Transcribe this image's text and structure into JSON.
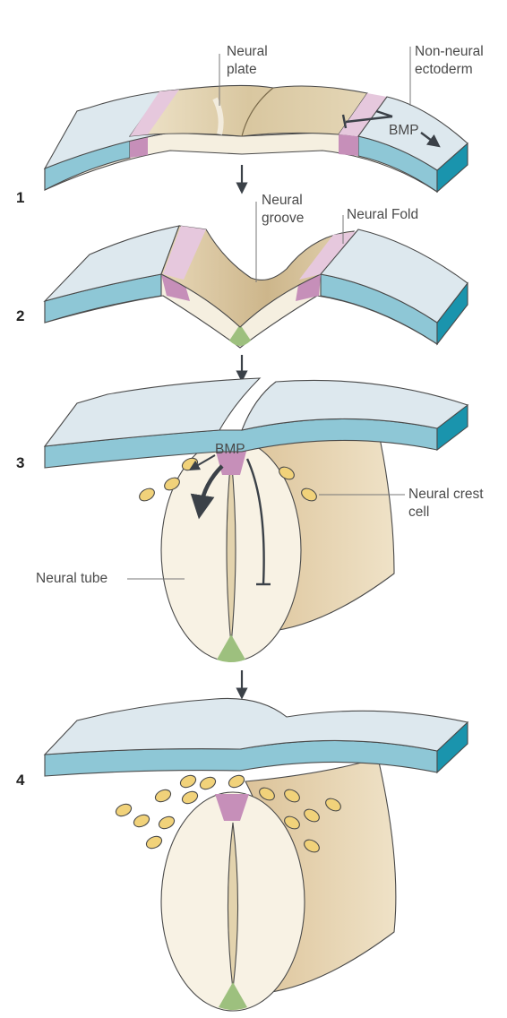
{
  "steps": [
    "1",
    "2",
    "3",
    "4"
  ],
  "labels": {
    "neural_plate": [
      "Neural",
      "plate"
    ],
    "non_neural_ectoderm": [
      "Non-neural",
      "ectoderm"
    ],
    "bmp_stage1": "BMP",
    "neural_groove": [
      "Neural",
      "groove"
    ],
    "neural_fold": "Neural Fold",
    "bmp_stage3": "BMP",
    "neural_crest_cell": [
      "Neural crest",
      "cell"
    ],
    "neural_tube": "Neural tube"
  },
  "colors": {
    "ectoderm_top": "#dde8ee",
    "ectoderm_side": "#8ec7d6",
    "ectoderm_edge": "#1a94ad",
    "neural_plate": "#e8dcc2",
    "neural_plate_side": "#f5efe0",
    "border_pink": "#e6c8dd",
    "border_purple": "#c68fb9",
    "floor_plate_green": "#9dc07e",
    "crest_cell": "#f1d27a",
    "migration_cone": "#e7d4ad",
    "tube_fill": "#f8f2e4",
    "lumen": "#e3d3ad",
    "arrow": "#3b4148"
  }
}
